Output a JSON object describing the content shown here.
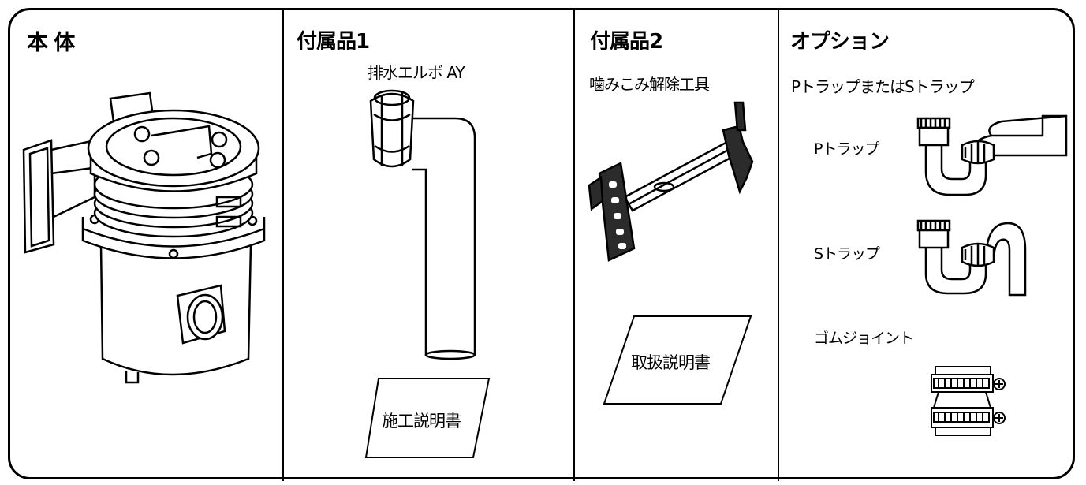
{
  "panels": [
    {
      "title": "本 体"
    },
    {
      "title": "付属品1",
      "part_label": "排水エルボ AY",
      "manual_label": "施工説明書"
    },
    {
      "title": "付属品2",
      "part_label": "噛みこみ解除工具",
      "manual_label": "取扱説明書"
    },
    {
      "title": "オプション",
      "subtitle": "PトラップまたはSトラップ",
      "p_trap_label": "Pトラップ",
      "s_trap_label": "Sトラップ",
      "rubber_joint_label": "ゴムジョイント"
    }
  ],
  "colors": {
    "line": "#000000",
    "background": "#ffffff",
    "tool_fill": "#2b2b2b"
  },
  "icons": [
    "disposer-unit-illustration",
    "drain-elbow-illustration",
    "manual-document-icon",
    "jam-release-tool-illustration",
    "p-trap-illustration",
    "s-trap-illustration",
    "rubber-joint-illustration"
  ]
}
